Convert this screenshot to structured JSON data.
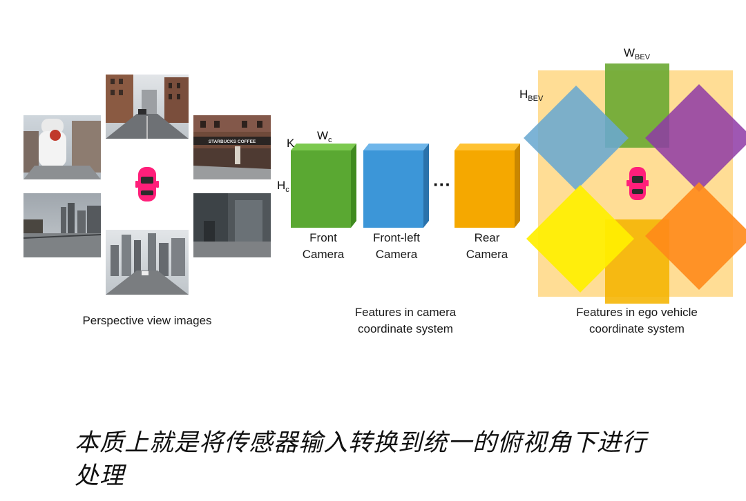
{
  "captions": {
    "perspective": "Perspective view images",
    "camera_features_line1": "Features in camera",
    "camera_features_line2": "coordinate system",
    "ego_features_line1": "Features in ego vehicle",
    "ego_features_line2": "coordinate system"
  },
  "cameras": [
    {
      "line1": "Front",
      "line2": "Camera",
      "color": "#5aa832"
    },
    {
      "line1": "Front-left",
      "line2": "Camera",
      "color": "#3c96d8"
    },
    {
      "line1": "Rear",
      "line2": "Camera",
      "color": "#f5a800"
    }
  ],
  "dims": {
    "k": "K",
    "wc_base": "W",
    "wc_sub": "c",
    "hc_base": "H",
    "hc_sub": "c",
    "wbev_base": "W",
    "wbev_sub": "BEV",
    "hbev_base": "H",
    "hbev_sub": "BEV"
  },
  "ellipsis": "···",
  "bottom_text": "本质上就是将传感器输入转换到统一的俯视角下进行处理",
  "photo_texts": {
    "starbucks": "STARBUCKS COFFEE"
  },
  "colors": {
    "bev_background": "#ffd98a",
    "car": "#ff1f7a",
    "front_bev": "#6aa832",
    "front_left_bev": "#6aa8d0",
    "front_right_bev": "#8e3aa6",
    "rear_left_bev": "#ffef00",
    "rear_right_bev": "#ff8a1a",
    "rear_bev": "#f5b400"
  }
}
